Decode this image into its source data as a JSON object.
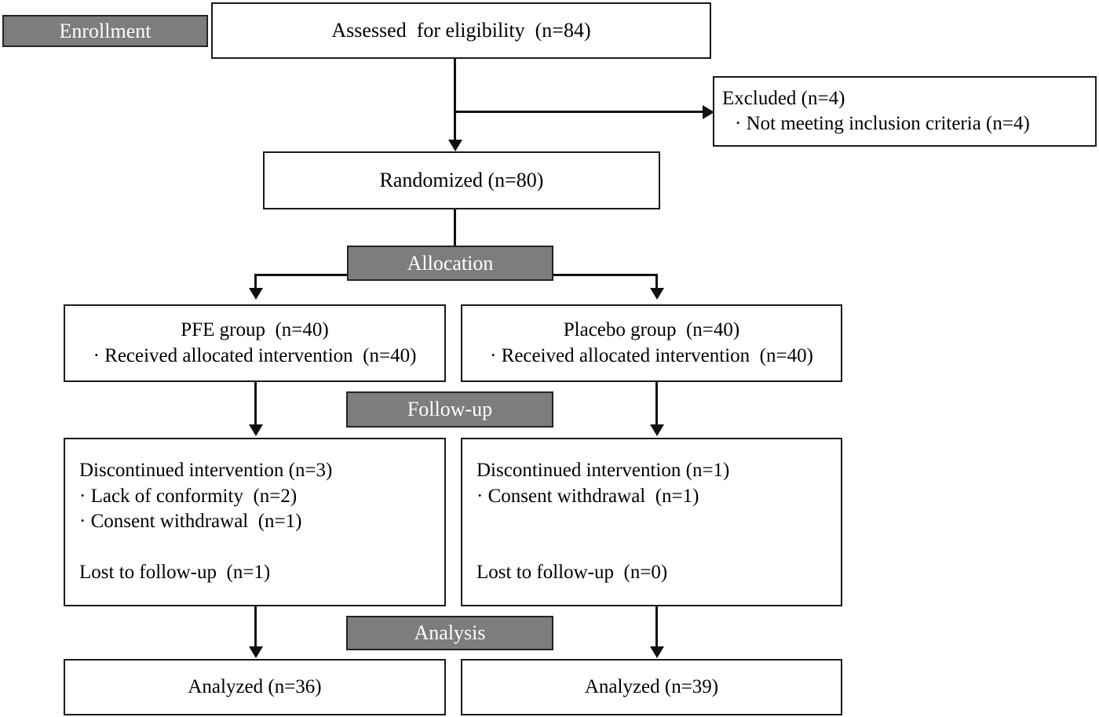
{
  "diagram": {
    "title": "CONSORT participant flow diagram",
    "colors": {
      "band_fill": "#7d7d7d",
      "band_text": "#ffffff",
      "box_border": "#1a1a1a",
      "connector": "#111111",
      "background": "#ffffff"
    }
  },
  "stages": {
    "enrollment": "Enrollment",
    "allocation": "Allocation",
    "followup": "Follow-up",
    "analysis": "Analysis"
  },
  "nodes": {
    "assessed": {
      "lines": [
        "Assessed  for eligibility  (n=84)"
      ]
    },
    "excluded": {
      "lines": [
        "Excluded (n=4)",
        "· Not meeting inclusion criteria (n=4)"
      ]
    },
    "randomized": {
      "lines": [
        "Randomized (n=80)"
      ]
    },
    "pfe_group": {
      "lines": [
        "PFE group  (n=40)",
        "· Received allocated intervention  (n=40)"
      ]
    },
    "placebo_group": {
      "lines": [
        "Placebo group  (n=40)",
        "· Received allocated intervention  (n=40)"
      ]
    },
    "pfe_followup": {
      "lines": [
        "Discontinued intervention (n=3)",
        "· Lack of conformity  (n=2)",
        "· Consent withdrawal  (n=1)",
        "",
        "Lost to follow-up  (n=1)"
      ]
    },
    "placebo_followup": {
      "lines": [
        "Discontinued intervention (n=1)",
        "· Consent withdrawal  (n=1)",
        "",
        "",
        "Lost to follow-up  (n=0)"
      ]
    },
    "pfe_analyzed": {
      "lines": [
        "Analyzed (n=36)"
      ]
    },
    "placebo_analyzed": {
      "lines": [
        "Analyzed (n=39)"
      ]
    }
  },
  "counts": {
    "assessed_for_eligibility": 84,
    "excluded_total": 4,
    "excluded_not_meeting_inclusion_criteria": 4,
    "randomized": 80,
    "pfe_allocated": 40,
    "pfe_received_intervention": 40,
    "placebo_allocated": 40,
    "placebo_received_intervention": 40,
    "pfe_discontinued": 3,
    "pfe_lack_of_conformity": 2,
    "pfe_consent_withdrawal": 1,
    "pfe_lost_to_followup": 1,
    "placebo_discontinued": 1,
    "placebo_consent_withdrawal": 1,
    "placebo_lost_to_followup": 0,
    "pfe_analyzed": 36,
    "placebo_analyzed": 39
  }
}
